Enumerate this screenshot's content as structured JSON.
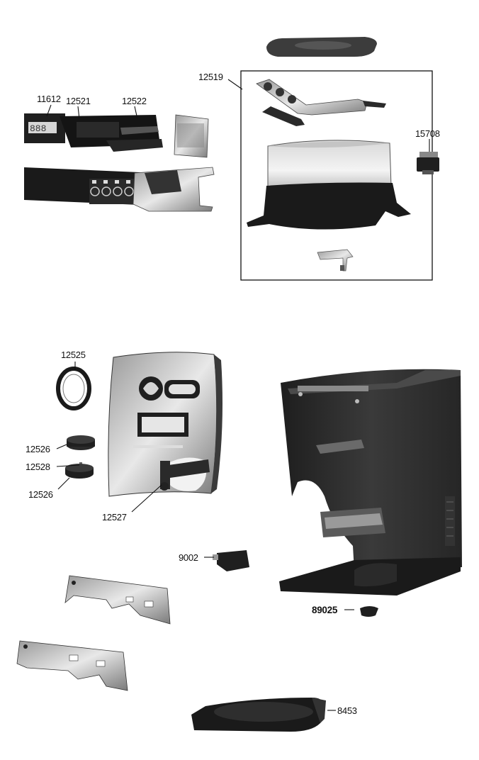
{
  "diagram": {
    "callouts": [
      {
        "id": "11612",
        "text": "11612",
        "bold": false
      },
      {
        "id": "12521",
        "text": "12521",
        "bold": false
      },
      {
        "id": "12522",
        "text": "12522",
        "bold": false
      },
      {
        "id": "12519",
        "text": "12519",
        "bold": false
      },
      {
        "id": "15708",
        "text": "15708",
        "bold": false
      },
      {
        "id": "12525",
        "text": "12525",
        "bold": false
      },
      {
        "id": "12526a",
        "text": "12526",
        "bold": false
      },
      {
        "id": "12528",
        "text": "12528",
        "bold": false
      },
      {
        "id": "12526b",
        "text": "12526",
        "bold": false
      },
      {
        "id": "12527",
        "text": "12527",
        "bold": false
      },
      {
        "id": "9002",
        "text": "9002",
        "bold": false
      },
      {
        "id": "89025",
        "text": "89025",
        "bold": true
      },
      {
        "id": "8453",
        "text": "8453",
        "bold": false
      }
    ]
  }
}
